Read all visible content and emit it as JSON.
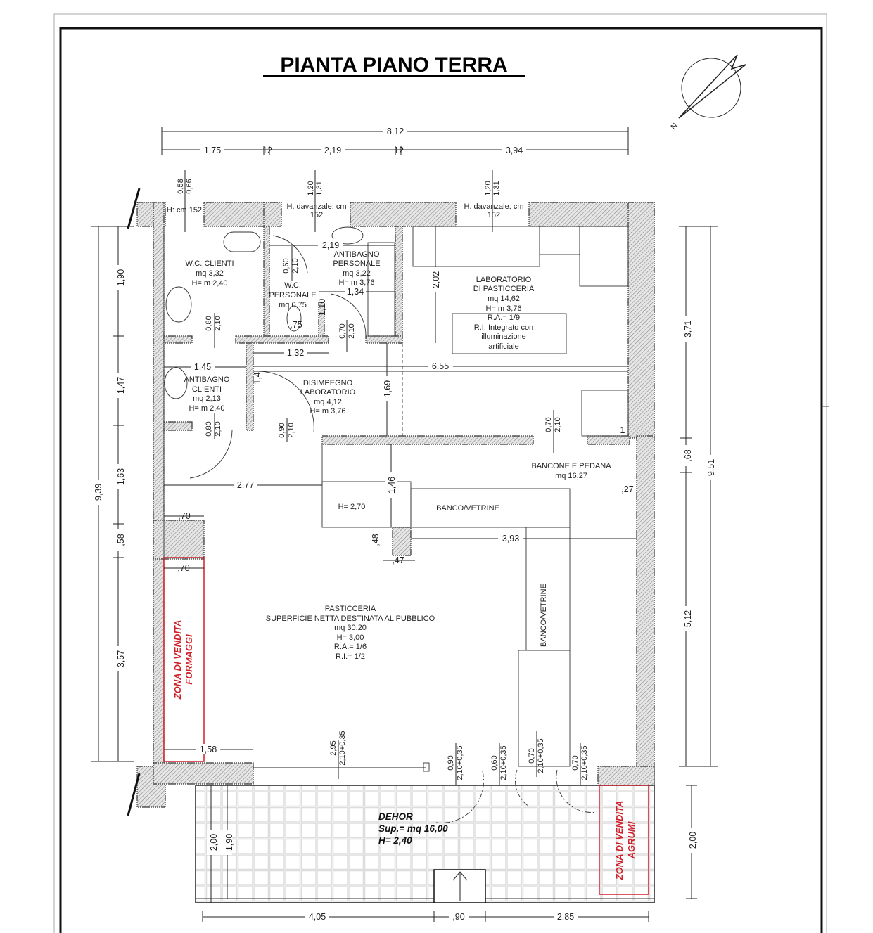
{
  "title": "PIANTA PIANO TERRA",
  "north_label": "N",
  "dims_top": {
    "total": "8,12",
    "a": "1,75",
    "b": "12",
    "c": "2,19",
    "d": "12",
    "e": "3,94"
  },
  "windows": {
    "w1": {
      "a": "0,58",
      "b": "0,66",
      "sill": "H: cm 152"
    },
    "w2": {
      "a": "1,20",
      "b": "1,31",
      "sill1": "H. davanzale: cm",
      "sill2": "152"
    },
    "w3": {
      "a": "1,20",
      "b": "1,31",
      "sill1": "H. davanzale: cm",
      "sill2": "152"
    }
  },
  "rooms": {
    "wc_clienti": [
      "W.C. CLIENTI",
      "mq 3,32",
      "H= m 2,40"
    ],
    "antibagno_personale": [
      "ANTIBAGNO",
      "PERSONALE",
      "mq 3,22",
      "H= m 3,76"
    ],
    "wc_personale": [
      "W.C.",
      "PERSONALE",
      "mq 0,75"
    ],
    "laboratorio": [
      "LABORATORIO",
      "DI PASTICCERIA",
      "mq 14,62",
      "H= m 3,76"
    ],
    "laboratorio_box": [
      "R.A.= 1/9",
      "R.I. Integrato con",
      "illuminazione",
      "artificiale"
    ],
    "antibagno_clienti": [
      "ANTIBAGNO",
      "CLIENTI",
      "mq 2,13",
      "H= m 2,40"
    ],
    "disimpegno": [
      "DISIMPEGNO",
      "LABORATORIO",
      "mq 4,12",
      "H= m 3,76"
    ],
    "bancone": [
      "BANCONE E PEDANA",
      "mq 16,27"
    ],
    "pasticceria": [
      "PASTICCERIA",
      "SUPERFICIE NETTA DESTINATA AL PUBBLICO",
      "mq 30,20",
      "H= 3,00",
      "R.A.= 1/6",
      "R.I.= 1/2"
    ],
    "dehor": [
      "DEHOR",
      "Sup.= mq 16,00",
      "H= 2,40"
    ]
  },
  "furniture": {
    "h270": "H= 2,70",
    "banco1": "BANCO/VETRINE",
    "banco2": "BANCO/VETRINE"
  },
  "zones": {
    "formaggi": [
      "ZONA DI VENDITA",
      "FORMAGGI"
    ],
    "agrumi": [
      "ZONA DI VENDITA",
      "AGRUMI"
    ]
  },
  "doors": {
    "d1": [
      "0,60",
      "2,10"
    ],
    "d2": [
      "0,80",
      "2,10"
    ],
    "d3": [
      "0,70",
      "2,10"
    ],
    "d4": [
      "0,80",
      "2,10"
    ],
    "d5": [
      "0,90",
      "2,10"
    ],
    "d6": [
      "0,70",
      "2,10"
    ],
    "e1": [
      "2,95",
      "2,10+0,35"
    ],
    "e2": [
      "0,90",
      "2,10+0,35"
    ],
    "e3": [
      "0,60",
      "2,10+0,35"
    ],
    "e4": [
      "0,70",
      "2,10+0,35"
    ],
    "e5": [
      "0,70",
      "2,10+0,35"
    ]
  },
  "dims_inner": {
    "d219": "2,19",
    "d134": "1,34",
    "d110": "1,10",
    "d75": ",75",
    "d132": "1,32",
    "d655": "6,55",
    "d202": "2,02",
    "d169": "1,69",
    "d145": "1,45",
    "d14": "1,4",
    "d1": "1",
    "d277": "2,77",
    "d146": "1,46",
    "d27": ",27",
    "d70a": ",70",
    "d48": ",48",
    "d393": "3,93",
    "d47": ",47",
    "d70b": ",70",
    "d158": "1,58",
    "d200": "2,00",
    "d190": "1,90"
  },
  "dims_left": {
    "a": "1,90",
    "b": "1,47",
    "c": "1,63",
    "d": ",58",
    "e": "3,57",
    "total": "9,39"
  },
  "dims_right": {
    "a": "3,71",
    "b": ",68",
    "c": "5,12",
    "d": "2,00",
    "total": "9,51"
  },
  "dims_bottom": {
    "a": "4,05",
    "b": ",90",
    "c": "2,85"
  },
  "colors": {
    "zone_red": "#d0202a",
    "wall_hatch": "#888888"
  }
}
